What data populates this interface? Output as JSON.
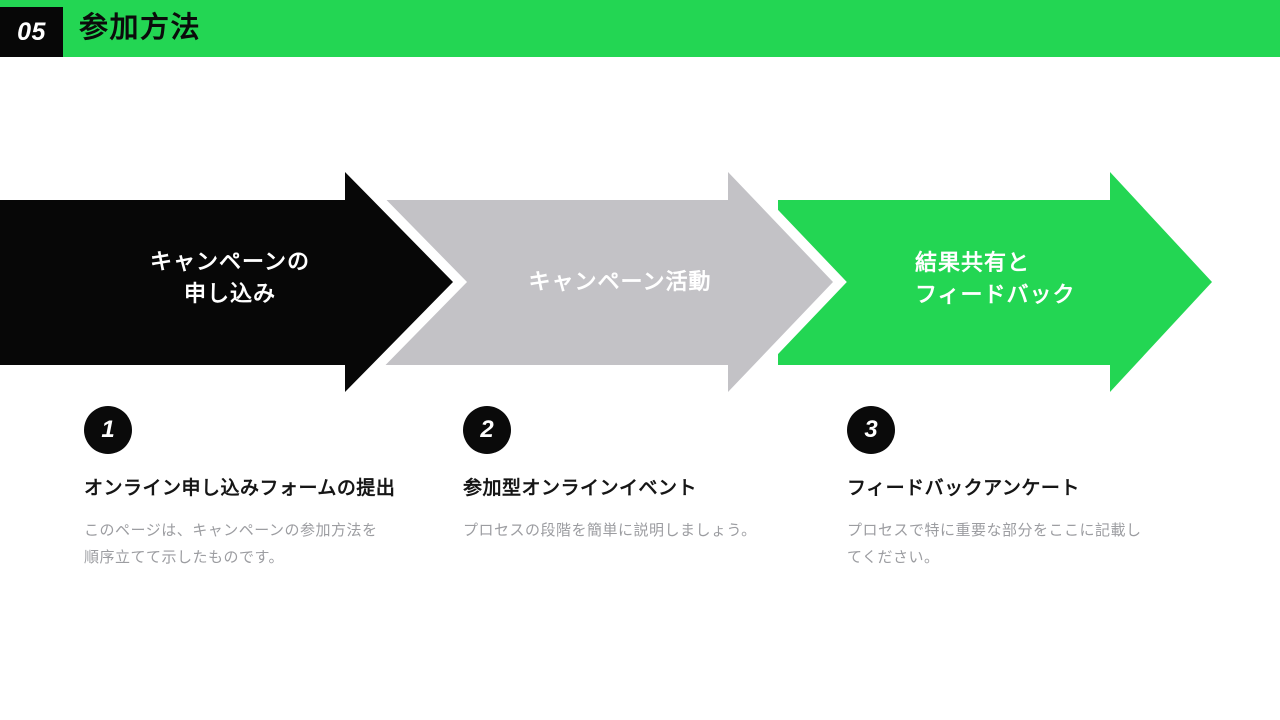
{
  "slide": {
    "header": {
      "number": "05",
      "title": "参加方法"
    },
    "colors": {
      "accent_green": "#23d653",
      "arrow_gray": "#c3c2c6",
      "arrow_black": "#070707",
      "label_white": "#ffffff",
      "description_gray": "#9c9da1"
    },
    "arrows": [
      {
        "label": "キャンペーンの\n申し込み",
        "color": "#070707"
      },
      {
        "label": "キャンペーン活動",
        "color": "#c3c2c6"
      },
      {
        "label": "結果共有と\nフィードバック",
        "color": "#23d653"
      }
    ],
    "steps": [
      {
        "number": "1",
        "title": "オンライン申し込みフォームの提出",
        "description": "このページは、キャンペーンの参加方法を\n順序立てて示したものです。"
      },
      {
        "number": "2",
        "title": "参加型オンラインイベント",
        "description": "プロセスの段階を簡単に説明しましょう。"
      },
      {
        "number": "3",
        "title": "フィードバックアンケート",
        "description": "プロセスで特に重要な部分をここに記載し\nてください。"
      }
    ]
  }
}
